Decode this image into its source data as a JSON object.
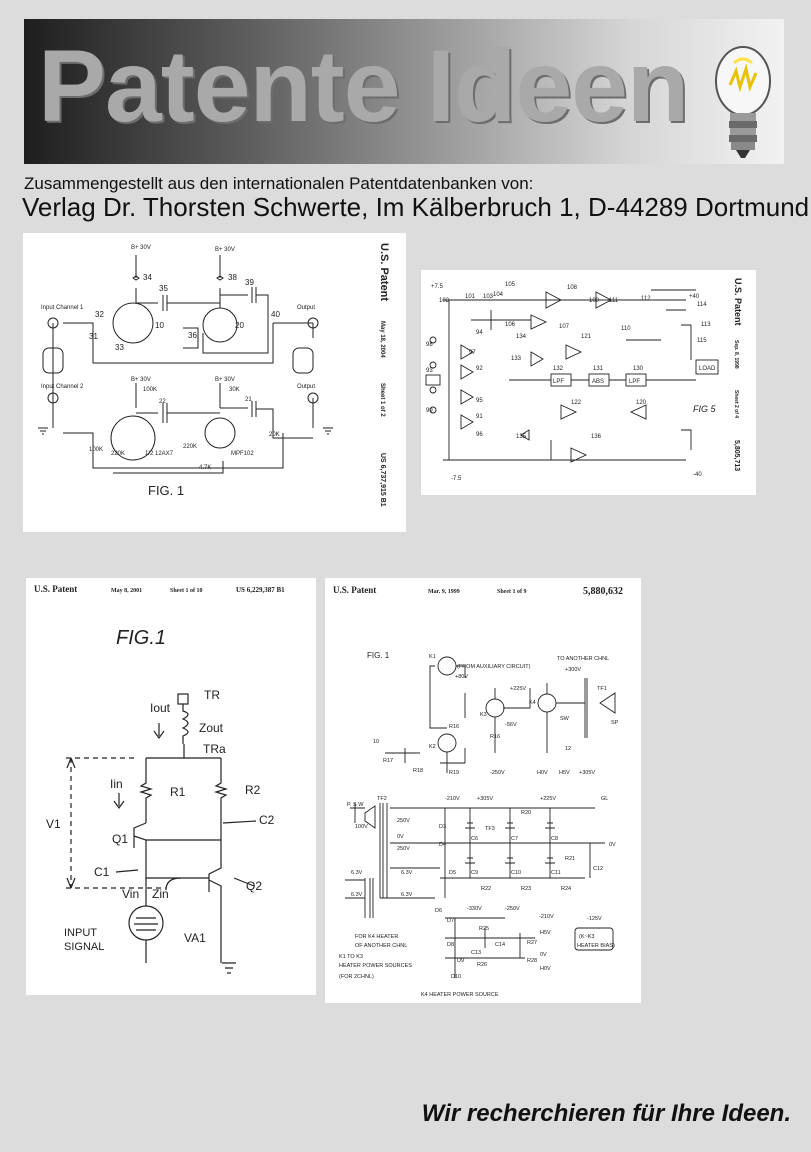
{
  "header": {
    "title": "Patente Ideen",
    "subtitle_line1": "Zusammengestellt aus den internationalen Patentdatenbanken von:",
    "subtitle_line2": "Verlag Dr. Thorsten Schwerte, Im Kälberbruch 1, D-44289 Dortmund"
  },
  "fig_a": {
    "side_title": "U.S. Patent",
    "side_date": "May 18, 2004",
    "side_sheet": "Sheet 1 of 2",
    "side_number": "US 6,737,915 B1",
    "fig_label": "FIG. 1",
    "input1": "Input Channel 1",
    "input2": "Input Channel 2",
    "output1": "Output",
    "output2": "Output",
    "b1": "B+ 30V",
    "b2": "B+ 30V",
    "b3": "B+ 30V",
    "b4": "B+ 30V",
    "n34": "34",
    "n38": "38",
    "n35": "35",
    "n39": "39",
    "n10": "10",
    "n20": "20",
    "n36": "36",
    "n40": "40",
    "n31": "31",
    "n32": "32",
    "n33": "33",
    "r100k_a": "100K",
    "r30k": "30K",
    "n22": "22",
    "n21": "21",
    "r220k": "220K",
    "r20k": "20K",
    "r100k_b": "100K",
    "r220k_b": "220K",
    "tube": "1/2 12AX7",
    "fet": "MPF102",
    "r47k": "4.7K"
  },
  "fig_b": {
    "side_title": "U.S. Patent",
    "side_date": "Sep. 8, 1998",
    "side_sheet": "Sheet 2 of 4",
    "side_number": "5,805,713",
    "fig_label": "FIG 5",
    "lpf1": "LPF",
    "abs": "ABS",
    "lpf2": "LPF",
    "load": "LOAD",
    "vpos": "+7.5",
    "vneg": "-7.5",
    "v40": "+40",
    "vm40": "-40",
    "n102": "102",
    "n103": "103",
    "n104": "104",
    "n105": "105",
    "n106": "106",
    "n107": "107",
    "n108": "108",
    "n109": "109",
    "n110": "110",
    "n111": "111",
    "n112": "112",
    "n113": "113",
    "n114": "114",
    "n115": "115",
    "n121": "121",
    "n122": "122",
    "n130": "130",
    "n131": "131",
    "n132": "132",
    "n133": "133",
    "n134": "134",
    "n135": "135",
    "n136": "136",
    "n120": "120",
    "n94": "94",
    "n97": "97",
    "n98": "98",
    "n99": "99",
    "n93": "93",
    "n92": "92",
    "n95": "95",
    "n96": "96",
    "n91": "91",
    "n101": "101"
  },
  "fig_c": {
    "hdr_title": "U.S. Patent",
    "hdr_date": "May 8, 2001",
    "hdr_sheet": "Sheet 1 of 10",
    "hdr_number": "US 6,229,387 B1",
    "fig_label": "FIG.1",
    "iout": "Iout",
    "tr": "TR",
    "zout": "Zout",
    "tra": "TRa",
    "iin": "Iin",
    "r1": "R1",
    "r2": "R2",
    "c2": "C2",
    "v1": "V1",
    "q1": "Q1",
    "c1": "C1",
    "q2": "Q2",
    "vin": "Vin",
    "zin": "Zin",
    "input": "INPUT",
    "signal": "SIGNAL",
    "va1": "VA1"
  },
  "fig_d": {
    "hdr_title": "U.S. Patent",
    "hdr_date": "Mar. 9, 1999",
    "hdr_sheet": "Sheet 1 of 9",
    "hdr_number": "5,880,632",
    "fig_label": "FIG. 1",
    "aux": "(FROM AUXILIARY CIRCUIT)",
    "another": "TO ANOTHER CHNL",
    "v300": "+300V",
    "tf1": "TF1",
    "k1": "K1",
    "v80": "+80V",
    "v225": "+225V",
    "k4": "K4",
    "k3": "K3",
    "vm56": "-56V",
    "r16a": "R16",
    "k2": "K2",
    "n10": "10",
    "r16b": "R16",
    "sw": "SW",
    "sp": "SP",
    "n12": "12",
    "r17": "R17",
    "r18": "R18",
    "r19": "R19",
    "vm250": "-250V",
    "h0v": "H0V",
    "h5v": "H5V",
    "v305": "+305V",
    "gl": "GL",
    "vm210": "-210V",
    "tf2": "TF2",
    "psw": "P. S W",
    "v100": "100V",
    "v305b": "+305V",
    "r20": "R20",
    "v225b": "+225V",
    "v250": "250V",
    "d3": "D3",
    "tf3": "TF3",
    "c6": "C6",
    "c7": "C7",
    "c8": "C8",
    "v0": "0V",
    "v250b": "250V",
    "d4": "D4",
    "v0b": "0V",
    "d5": "D5",
    "c9": "C9",
    "c10": "C10",
    "c11": "C11",
    "r21": "R21",
    "c12": "C12",
    "v63a": "6.3V",
    "v63b": "6.3V",
    "r22": "R22",
    "r23": "R23",
    "r24": "R24",
    "v63c": "6.3V",
    "v63d": "6.3V",
    "d6": "D6",
    "vm330": "-330V",
    "vm250b": "-250V",
    "vm210b": "-210V",
    "vm125": "-125V",
    "d7": "D7",
    "r25": "R25",
    "h5v2": "H5V",
    "kk3": "(K~K3",
    "heaterbias": "HEATER BIAS)",
    "for_k4": "FOR K4 HEATER",
    "of_another": "OF ANOTHER CHNL",
    "d8": "D8",
    "c14": "C14",
    "r27": "R27",
    "v0c": "0V",
    "k1k3": "K1 TO K3",
    "heater_ps": "HEATER POWER SOURCES",
    "for2ch": "(FOR 2CHNL)",
    "d9": "D9",
    "c13": "C13",
    "r26": "R26",
    "r28": "R28",
    "h0v2": "H0V",
    "d10": "D10",
    "k4src": "K4 HEATER POWER SOURCE"
  },
  "footer": {
    "tagline": "Wir recherchieren für Ihre Ideen."
  }
}
